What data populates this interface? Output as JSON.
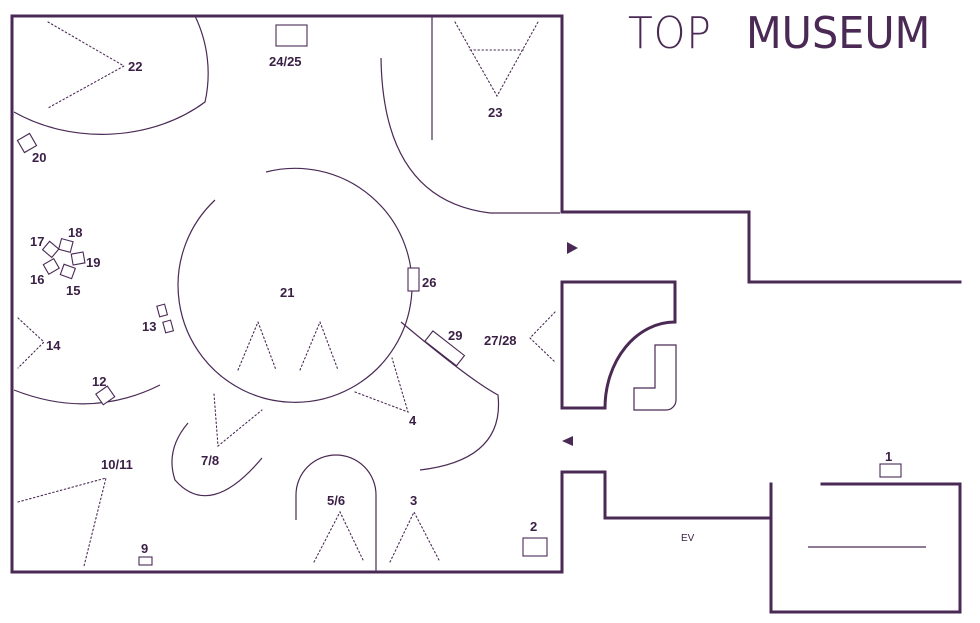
{
  "logo": {
    "part1": "TOP",
    "part2": "MUSEUM"
  },
  "labels": {
    "l1": "1",
    "l2": "2",
    "l3": "3",
    "l4": "4",
    "l56": "5/6",
    "l78": "7/8",
    "l9": "9",
    "l1011": "10/11",
    "l12": "12",
    "l13": "13",
    "l14": "14",
    "l15": "15",
    "l16": "16",
    "l17": "17",
    "l18": "18",
    "l19": "19",
    "l20": "20",
    "l21": "21",
    "l22": "22",
    "l23": "23",
    "l2425": "24/25",
    "l26": "26",
    "l2728": "27/28",
    "l29": "29",
    "ev": "EV"
  },
  "colors": {
    "ink": "#4a2a55"
  }
}
